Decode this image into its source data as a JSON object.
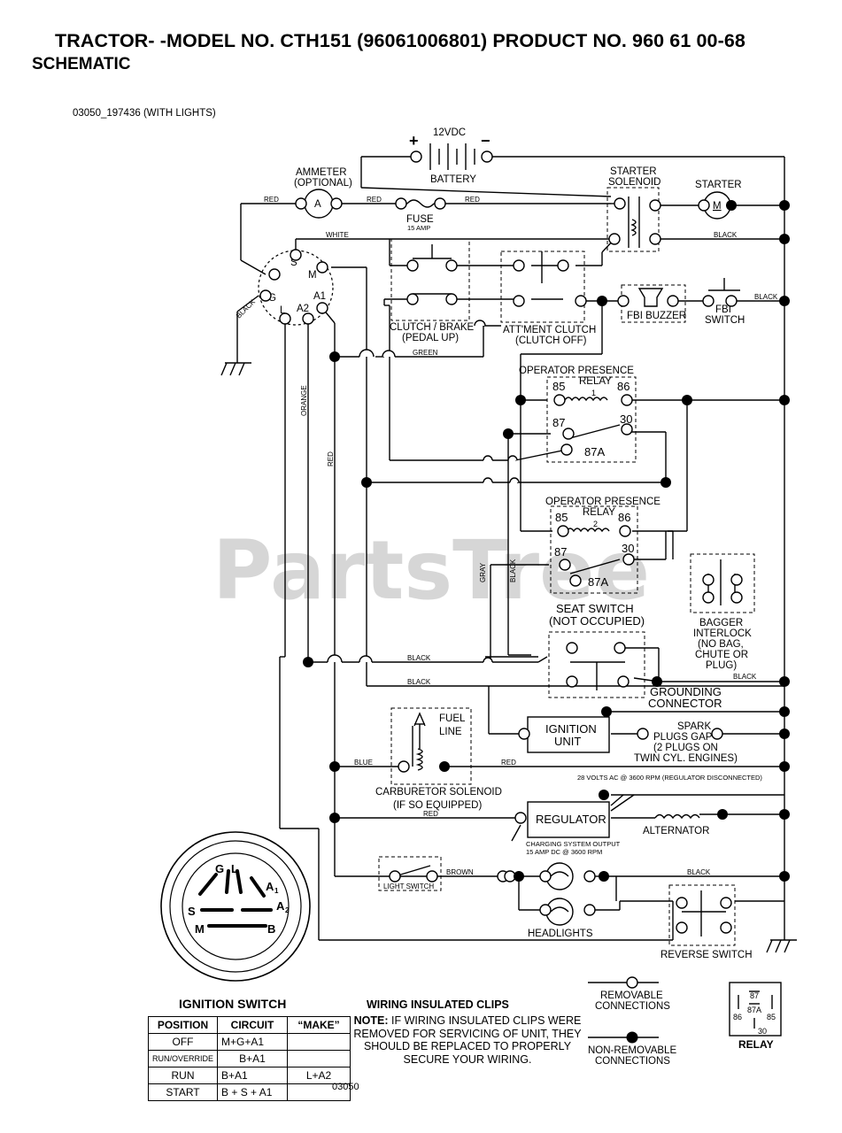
{
  "header": {
    "title": "TRACTOR- -MODEL NO. CTH151 (96061006801) PRODUCT NO. 960 61 00-68",
    "subtitle": "SCHEMATIC",
    "reference": "03050_197436 (WITH LIGHTS)"
  },
  "watermark": "PartsTree",
  "components": {
    "battery_voltage": "12VDC",
    "battery": "BATTERY",
    "plus": "+",
    "minus": "−",
    "ammeter_1": "AMMETER",
    "ammeter_2": "(OPTIONAL)",
    "ammeter_symbol": "A",
    "fuse": "FUSE",
    "fuse_rating": "15 AMP",
    "starter_solenoid_1": "STARTER",
    "starter_solenoid_2": "SOLENOID",
    "starter": "STARTER",
    "motor_symbol": "M",
    "clutch_brake_1": "CLUTCH / BRAKE",
    "clutch_brake_2": "(PEDAL UP)",
    "attment_clutch_1": "ATT'MENT CLUTCH",
    "attment_clutch_2": "(CLUTCH OFF)",
    "fbi_buzzer": "FBI BUZZER",
    "fbi_switch_1": "FBI",
    "fbi_switch_2": "SWITCH",
    "relay1_1": "OPERATOR PRESENCE",
    "relay1_2": "RELAY",
    "relay1_num": "1",
    "relay2_1": "OPERATOR PRESENCE",
    "relay2_2": "RELAY",
    "relay2_num": "2",
    "pin85": "85",
    "pin86": "86",
    "pin87": "87",
    "pin30": "30",
    "pin87a": "87A",
    "seat_switch_1": "SEAT SWITCH",
    "seat_switch_2": "(NOT OCCUPIED)",
    "bagger_1": "BAGGER",
    "bagger_2": "INTERLOCK",
    "bagger_3": "(NO BAG,",
    "bagger_4": "CHUTE OR",
    "bagger_5": "PLUG)",
    "grounding_1": "GROUNDING",
    "grounding_2": "CONNECTOR",
    "fuel_line_1": "FUEL",
    "fuel_line_2": "LINE",
    "ignition_unit_1": "IGNITION",
    "ignition_unit_2": "UNIT",
    "spark_1": "SPARK",
    "spark_2": "PLUGS GAP",
    "spark_3": "(2 PLUGS ON",
    "spark_4": "TWIN CYL. ENGINES)",
    "carb_1": "CARBURETOR SOLENOID",
    "carb_2": "(IF SO EQUIPPED)",
    "volts_note": "28 VOLTS AC @ 3600 RPM (REGULATOR DISCONNECTED)",
    "regulator": "REGULATOR",
    "alternator": "ALTERNATOR",
    "charging_1": "CHARGING SYSTEM OUTPUT",
    "charging_2": "15 AMP DC @ 3600 RPM",
    "light_switch": "LIGHT SWITCH",
    "headlights": "HEADLIGHTS",
    "reverse_switch": "REVERSE SWITCH",
    "switch_pins": {
      "B": "B",
      "S": "S",
      "M": "M",
      "G": "G",
      "L": "L",
      "A1": "A1",
      "A2": "A2"
    }
  },
  "wire_labels": {
    "red": "RED",
    "white": "WHITE",
    "black": "BLACK",
    "green": "GREEN",
    "orange": "ORANGE",
    "gray": "GRAY",
    "blue": "BLUE",
    "brown": "BROWN"
  },
  "ignition_switch": {
    "title": "IGNITION SWITCH",
    "headers": [
      "POSITION",
      "CIRCUIT",
      "“MAKE”"
    ],
    "rows": [
      [
        "OFF",
        "M+G+A1",
        ""
      ],
      [
        "RUN/OVERRIDE",
        "B+A1",
        ""
      ],
      [
        "RUN",
        "B+A1",
        "L+A2"
      ],
      [
        "START",
        "B + S + A1",
        ""
      ]
    ],
    "face_labels": {
      "G": "G",
      "L": "L",
      "A1": "A",
      "A1_sub": "1",
      "A2": "A",
      "A2_sub": "2",
      "S": "S",
      "M": "M",
      "B": "B"
    }
  },
  "notes": {
    "clips_title": "WIRING INSULATED CLIPS",
    "clips_bold": "NOTE:",
    "clips_text": "IF WIRING INSULATED CLIPS WERE REMOVED FOR SERVICING OF UNIT, THEY SHOULD BE REPLACED TO PROPERLY SECURE YOUR WIRING.",
    "removable_1": "REMOVABLE",
    "removable_2": "CONNECTIONS",
    "nonremovable_1": "NON-REMOVABLE",
    "nonremovable_2": "CONNECTIONS",
    "relay_legend": "RELAY",
    "relay_pins": {
      "p87": "87",
      "p87a": "87A",
      "p86": "86",
      "p85": "85",
      "p30": "30"
    },
    "figure_code": "03050"
  }
}
